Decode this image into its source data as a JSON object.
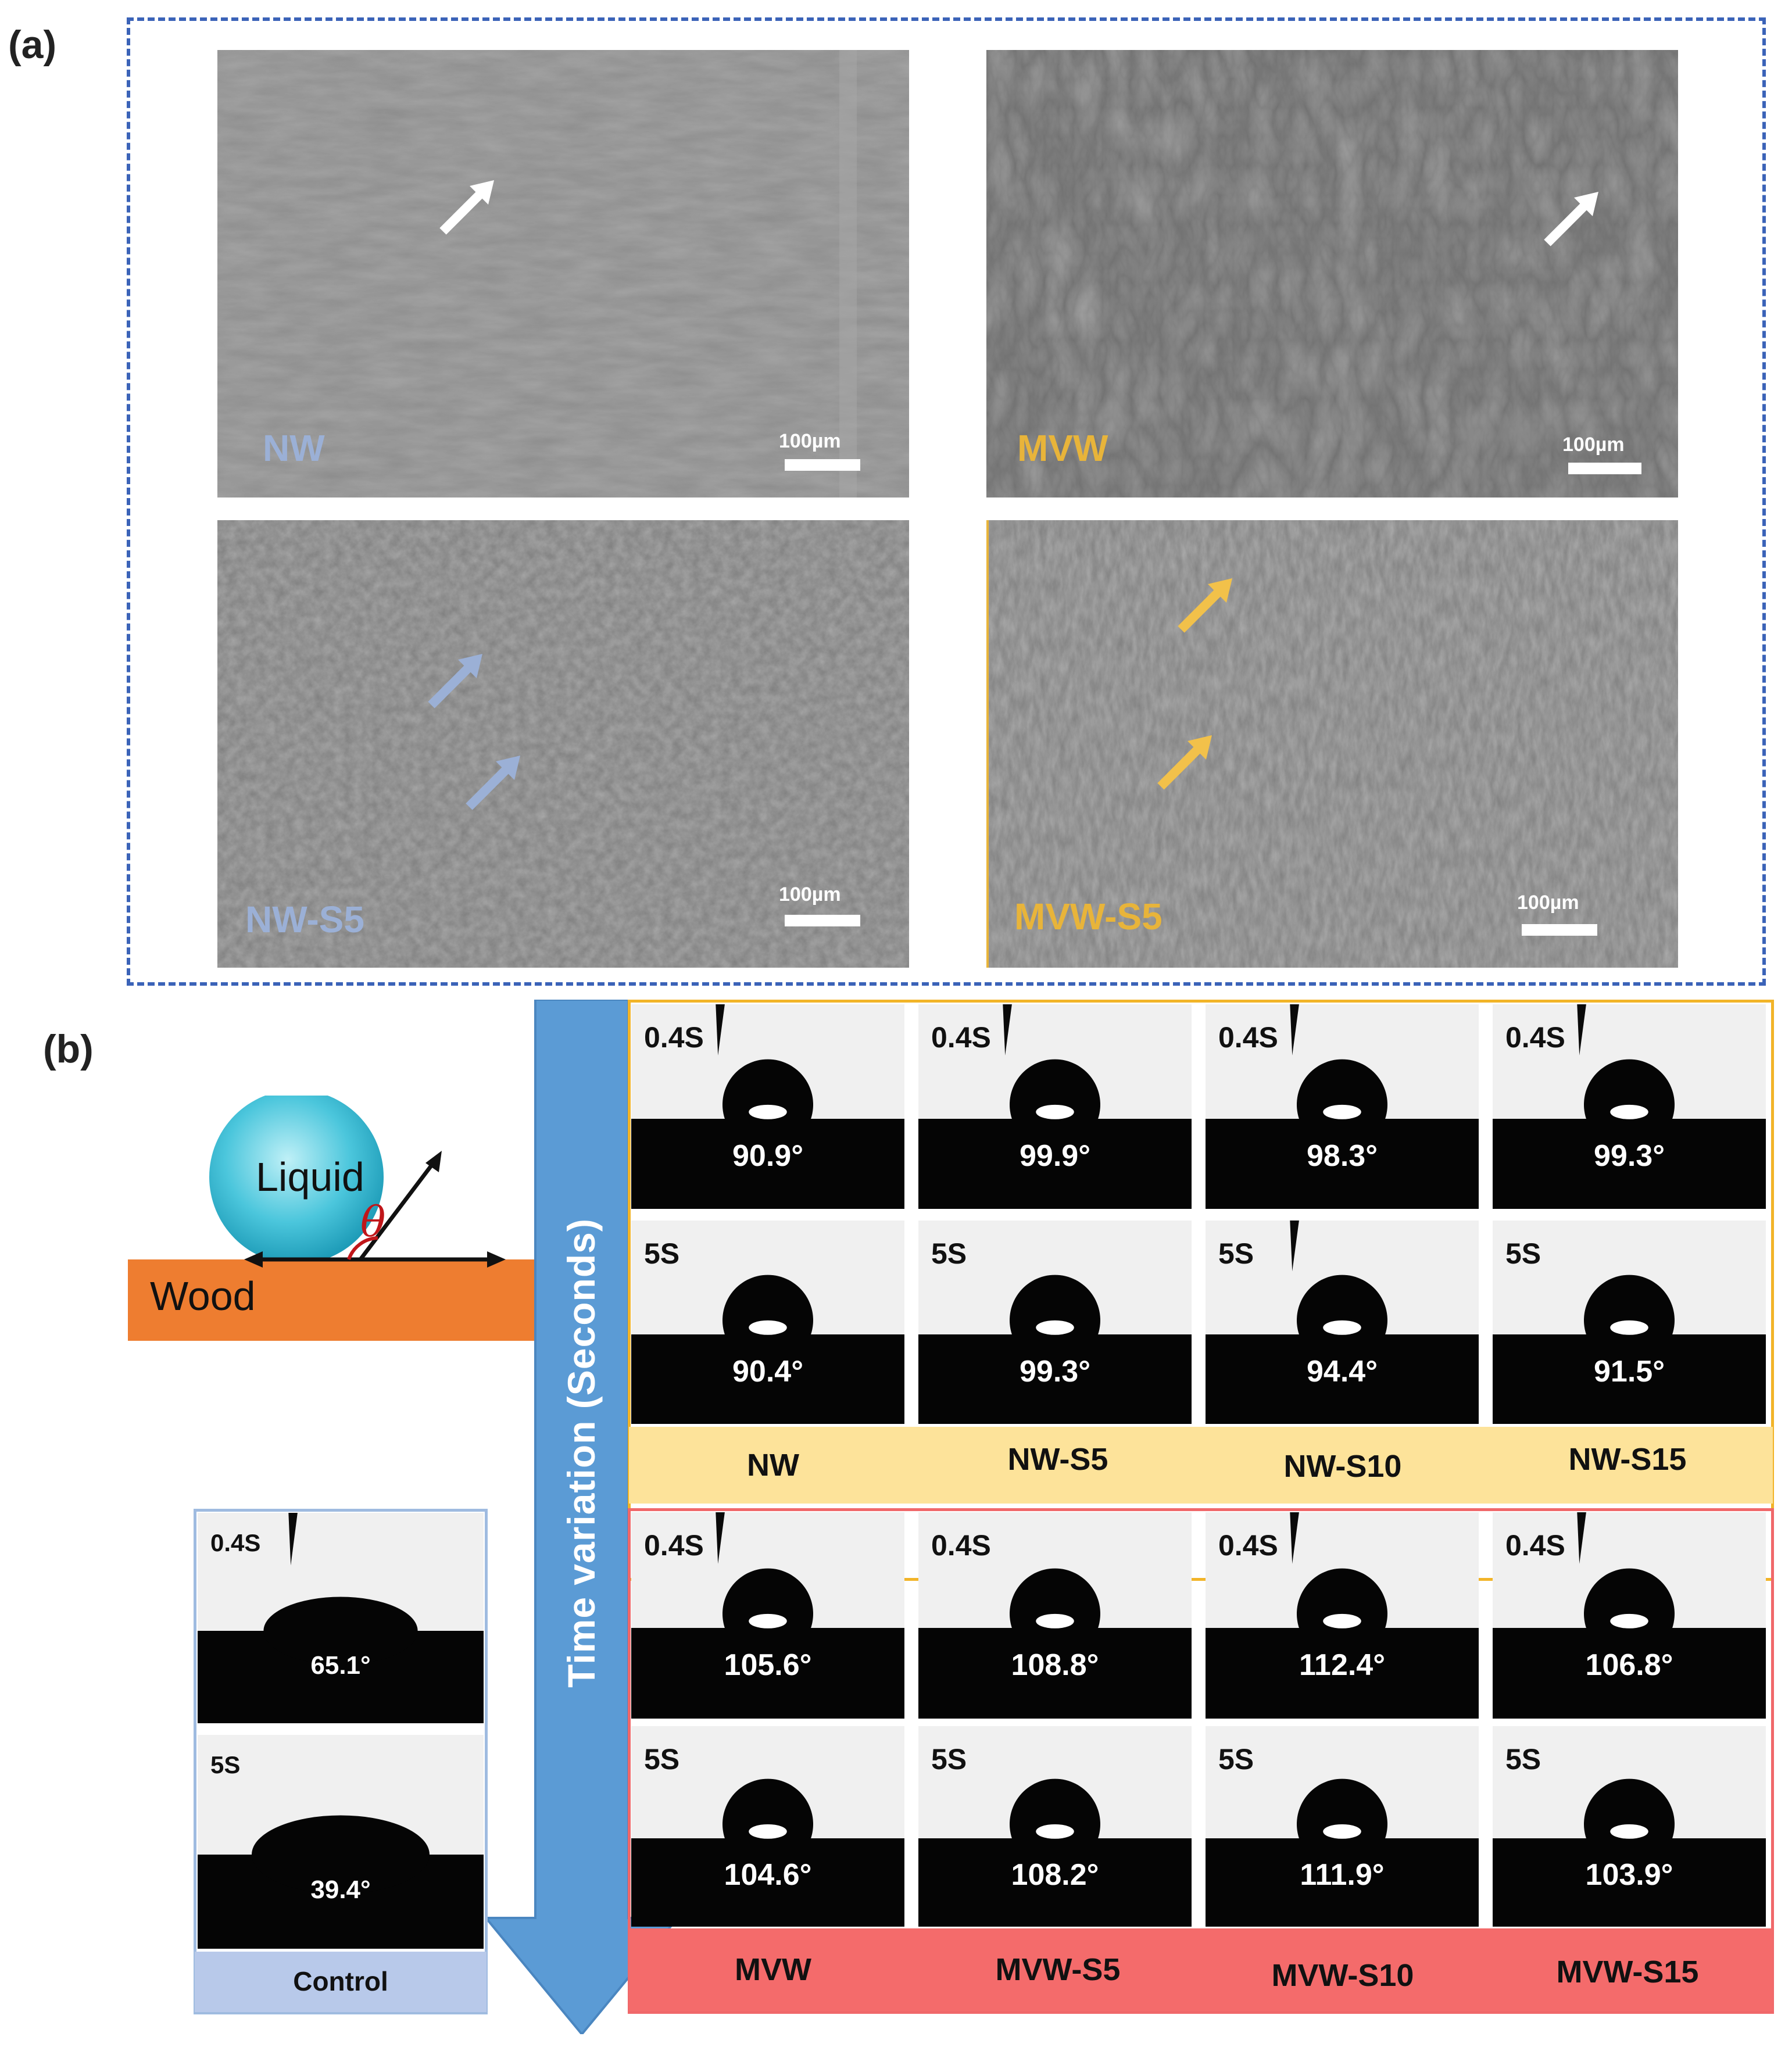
{
  "panel_a": {
    "label": "(a)",
    "images": [
      {
        "label": "NW",
        "label_color": "#9bb0d6",
        "scale": "100µm"
      },
      {
        "label": "MVW",
        "label_color": "#e8b43a",
        "scale": "100µm"
      },
      {
        "label": "NW-S5",
        "label_color": "#9bb0d6",
        "scale": "100µm"
      },
      {
        "label": "MVW-S5",
        "label_color": "#e8b43a",
        "scale": "100µm"
      }
    ]
  },
  "panel_b": {
    "label": "(b)",
    "schematic": {
      "liquid": "Liquid",
      "wood": "Wood",
      "angle_symbol": "θ"
    },
    "arrow_label": "Time variation (Seconds)",
    "nw_group": {
      "border_color": "#f2b428",
      "strip_color": "#fde39a",
      "samples": [
        {
          "name": "NW",
          "t1": "0.4S",
          "a1": "90.9°",
          "t2": "5S",
          "a2": "90.4°"
        },
        {
          "name": "NW-S5",
          "t1": "0.4S",
          "a1": "99.9°",
          "t2": "5S",
          "a2": "99.3°"
        },
        {
          "name": "NW-S10",
          "t1": "0.4S",
          "a1": "98.3°",
          "t2": "5S",
          "a2": "94.4°"
        },
        {
          "name": "NW-S15",
          "t1": "0.4S",
          "a1": "99.3°",
          "t2": "5S",
          "a2": "91.5°"
        }
      ]
    },
    "mvw_group": {
      "border_color": "#f0686a",
      "strip_color": "#f46b6b",
      "samples": [
        {
          "name": "MVW",
          "t1": "0.4S",
          "a1": "105.6°",
          "t2": "5S",
          "a2": "104.6°"
        },
        {
          "name": "MVW-S5",
          "t1": "0.4S",
          "a1": "108.8°",
          "t2": "5S",
          "a2": "108.2°"
        },
        {
          "name": "MVW-S10",
          "t1": "0.4S",
          "a1": "112.4°",
          "t2": "5S",
          "a2": "111.9°"
        },
        {
          "name": "MVW-S15",
          "t1": "0.4S",
          "a1": "106.8°",
          "t2": "5S",
          "a2": "103.9°"
        }
      ]
    },
    "control": {
      "name": "Control",
      "t1": "0.4S",
      "a1": "65.1°",
      "t2": "5S",
      "a2": "39.4°",
      "border_color": "#9fbbe0",
      "strip_color": "#b8c9ea"
    }
  }
}
